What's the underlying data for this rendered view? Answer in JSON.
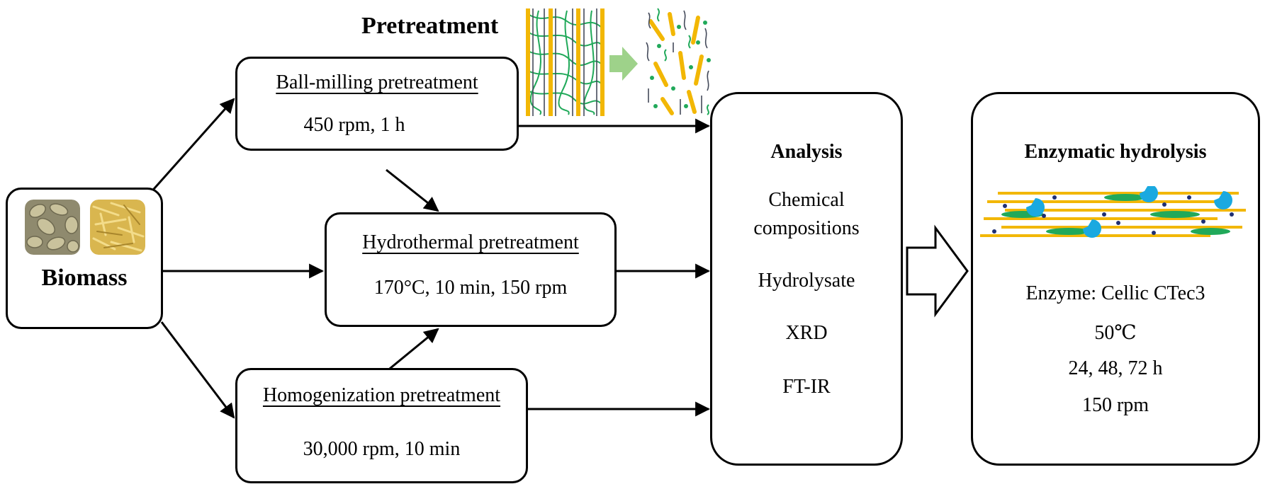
{
  "header": {
    "title": "Pretreatment"
  },
  "biomass": {
    "label": "Biomass"
  },
  "pretreatments": [
    {
      "name": "Ball-milling pretreatment",
      "conditions": "450 rpm, 1 h"
    },
    {
      "name": "Hydrothermal pretreatment",
      "conditions": "170°C, 10 min, 150 rpm"
    },
    {
      "name": "Homogenization pretreatment",
      "conditions": "30,000 rpm, 10 min"
    }
  ],
  "analysis": {
    "title": "Analysis",
    "items": [
      "Chemical",
      "compositions",
      "Hydrolysate",
      "XRD",
      "FT-IR"
    ]
  },
  "hydrolysis": {
    "title": "Enzymatic hydrolysis",
    "conditions": [
      "Enzyme: Cellic CTec3",
      "50℃",
      "24, 48, 72 h",
      "150 rpm"
    ]
  },
  "colors": {
    "cellulose": "#f2b705",
    "hemicellulose": "#21a95a",
    "lignin": "#444a5a",
    "enzyme": "#1aa9e0",
    "arrow_light": "#9ed28a",
    "enzyme_dot": "#1f2f73"
  }
}
